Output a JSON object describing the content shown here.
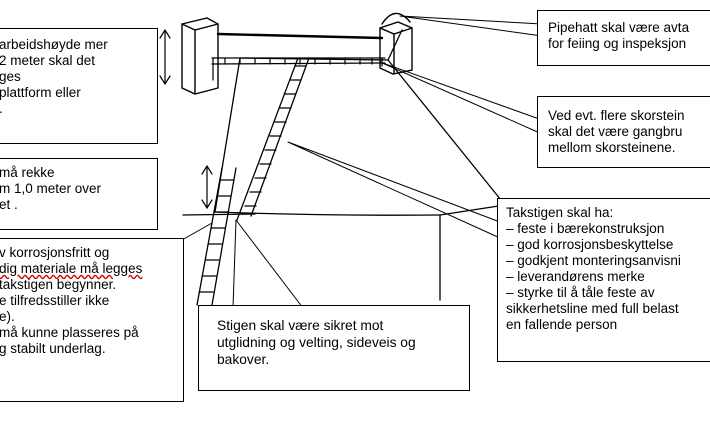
{
  "callouts": {
    "height_rule": [
      "arbeidshøyde mer",
      "2 meter skal det",
      "ges",
      "plattform eller",
      "."
    ],
    "ladder_reach": [
      "må rekke",
      "m 1,0 meter over",
      "et ."
    ],
    "base_material": [
      "v korrosjonsfritt og",
      "dig materiale må legges",
      "takstigen begynner.",
      "e tilfredsstiller ikke",
      "e).",
      "må kunne plasseres på",
      "g stabilt underlag."
    ],
    "chimney_cap": [
      "Pipehatt skal være avta",
      "for feiing og inspeksjon"
    ],
    "multiple_chimneys": [
      "Ved evt. flere skorstein",
      "skal det være gangbru",
      "mellom skorsteinene."
    ],
    "roof_ladder": [
      "Takstigen skal ha:",
      "– feste i bærekonstruksjon",
      "– god korrosjonsbeskyttelse",
      "– godkjent monteringsanvisni",
      "– leverandørens merke",
      "– styrke til å tåle feste av",
      "sikkerhetsline med full belast",
      "en fallende person"
    ],
    "secured_ladder": [
      "Stigen skal være sikret mot",
      "utglidning og velting, sideveis og",
      "bakover."
    ]
  },
  "colors": {
    "stroke": "#000000",
    "spellcheck_underline": "#d00000"
  }
}
